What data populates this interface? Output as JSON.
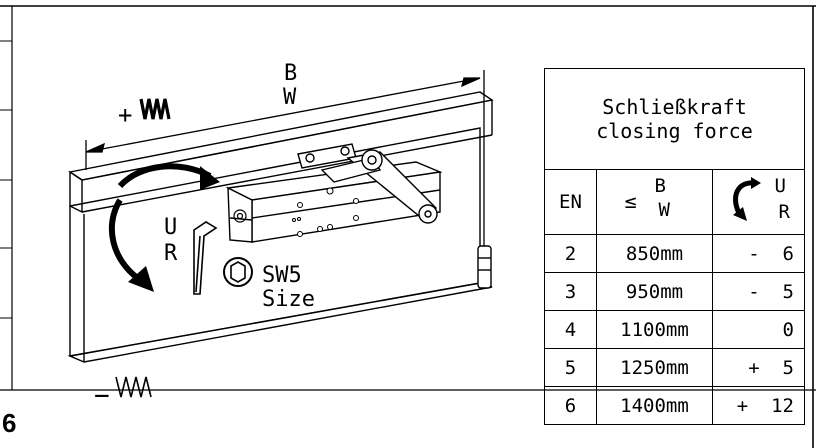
{
  "diagram": {
    "width_letter_top": "B",
    "width_letter_bottom": "W",
    "plus_label": "+",
    "minus_label": "−",
    "direction_u": "U",
    "direction_r": "R",
    "wrench_size": "SW5",
    "wrench_size_en": "Size",
    "page_number": "6"
  },
  "table": {
    "title_de": "Schließkraft",
    "title_en": "closing force",
    "col_en": "EN",
    "col_width_symbol": "≤",
    "col_width_b": "B",
    "col_width_w": "W",
    "col_adjust_u": "U",
    "col_adjust_r": "R",
    "rows": [
      {
        "en": "2",
        "width": "850mm",
        "sign": "-",
        "turns": "6"
      },
      {
        "en": "3",
        "width": "950mm",
        "sign": "-",
        "turns": "5"
      },
      {
        "en": "4",
        "width": "1100mm",
        "sign": "",
        "turns": "0"
      },
      {
        "en": "5",
        "width": "1250mm",
        "sign": "+",
        "turns": "5"
      },
      {
        "en": "6",
        "width": "1400mm",
        "sign": "+",
        "turns": "12"
      }
    ]
  }
}
